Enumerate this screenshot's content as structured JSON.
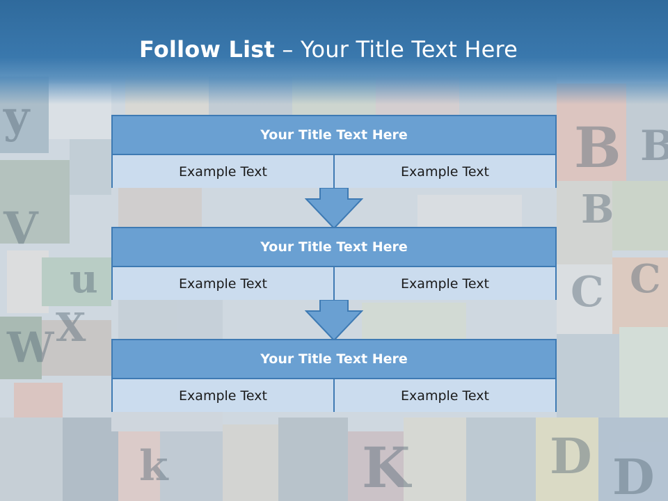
{
  "slide": {
    "title_bold": "Follow List",
    "title_rest": " – Your Title Text Here"
  },
  "steps": [
    {
      "title": "Your Title Text Here",
      "left": "Example Text",
      "right": "Example Text"
    },
    {
      "title": "Your Title Text Here",
      "left": "Example Text",
      "right": "Example Text"
    },
    {
      "title": "Your Title Text Here",
      "left": "Example Text",
      "right": "Example Text"
    }
  ],
  "colors": {
    "header": "#3a78ad",
    "box_head": "#6aa0d2",
    "box_body": "#cbdcee",
    "border": "#3e7ab3",
    "arrow": "#6aa0d2"
  }
}
